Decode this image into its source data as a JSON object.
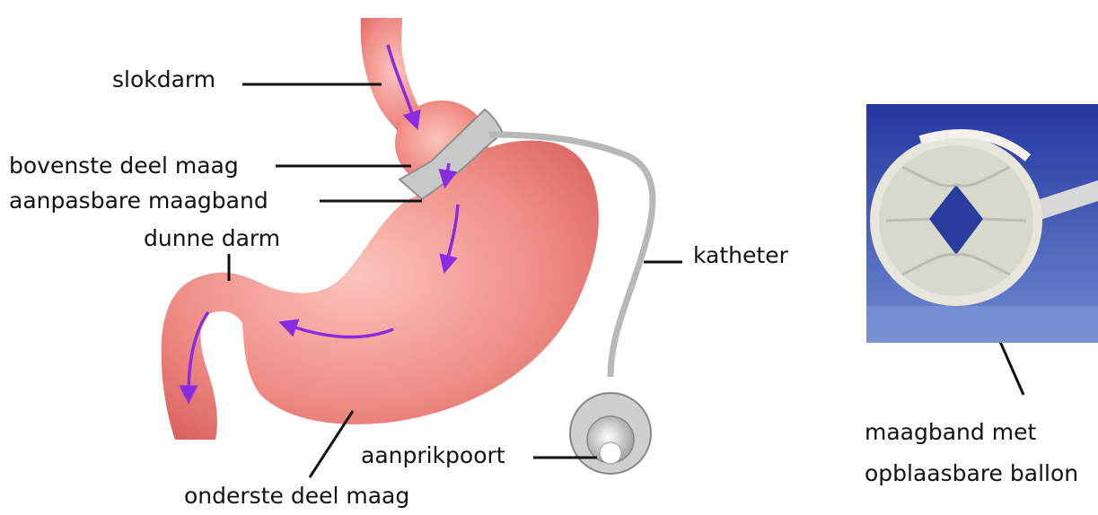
{
  "labels": {
    "slokdarm": "slokdarm",
    "bovenste_deel_maag": "bovenste deel maag",
    "aanpasbare_maagband": "aanpasbare maagband",
    "dunne_darm": "dunne darm",
    "katheter": "katheter",
    "aanprikpoort": "aanprikpoort",
    "onderste_deel_maag": "onderste deel maag",
    "maagband_met_line1": "maagband met",
    "maagband_met_line2": "opblaasbare ballon"
  },
  "colors": {
    "stomach": "#ef8a86",
    "stomach_light": "#f7b9b3",
    "arrow": "#8a2be2",
    "band": "#c9c9c9",
    "photo_bg": "#2a3d9e"
  }
}
